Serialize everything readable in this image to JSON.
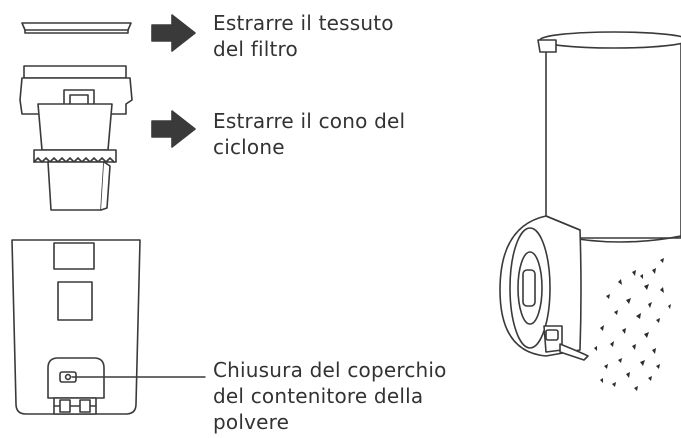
{
  "labels": {
    "filter_fabric": {
      "line1": "Estrarre il tessuto",
      "line2": "del filtro"
    },
    "cyclone_cone": {
      "line1": "Estrarre il cono del",
      "line2": "ciclone"
    },
    "dust_bin_latch": {
      "line1": "Chiusura del coperchio",
      "line2": "del contenitore della",
      "line3": "polvere"
    }
  },
  "colors": {
    "line": "#3a3a3a",
    "fill": "#ffffff",
    "arrow": "#3a3a3a",
    "text": "#333333",
    "debris": "#2b2b2b"
  }
}
